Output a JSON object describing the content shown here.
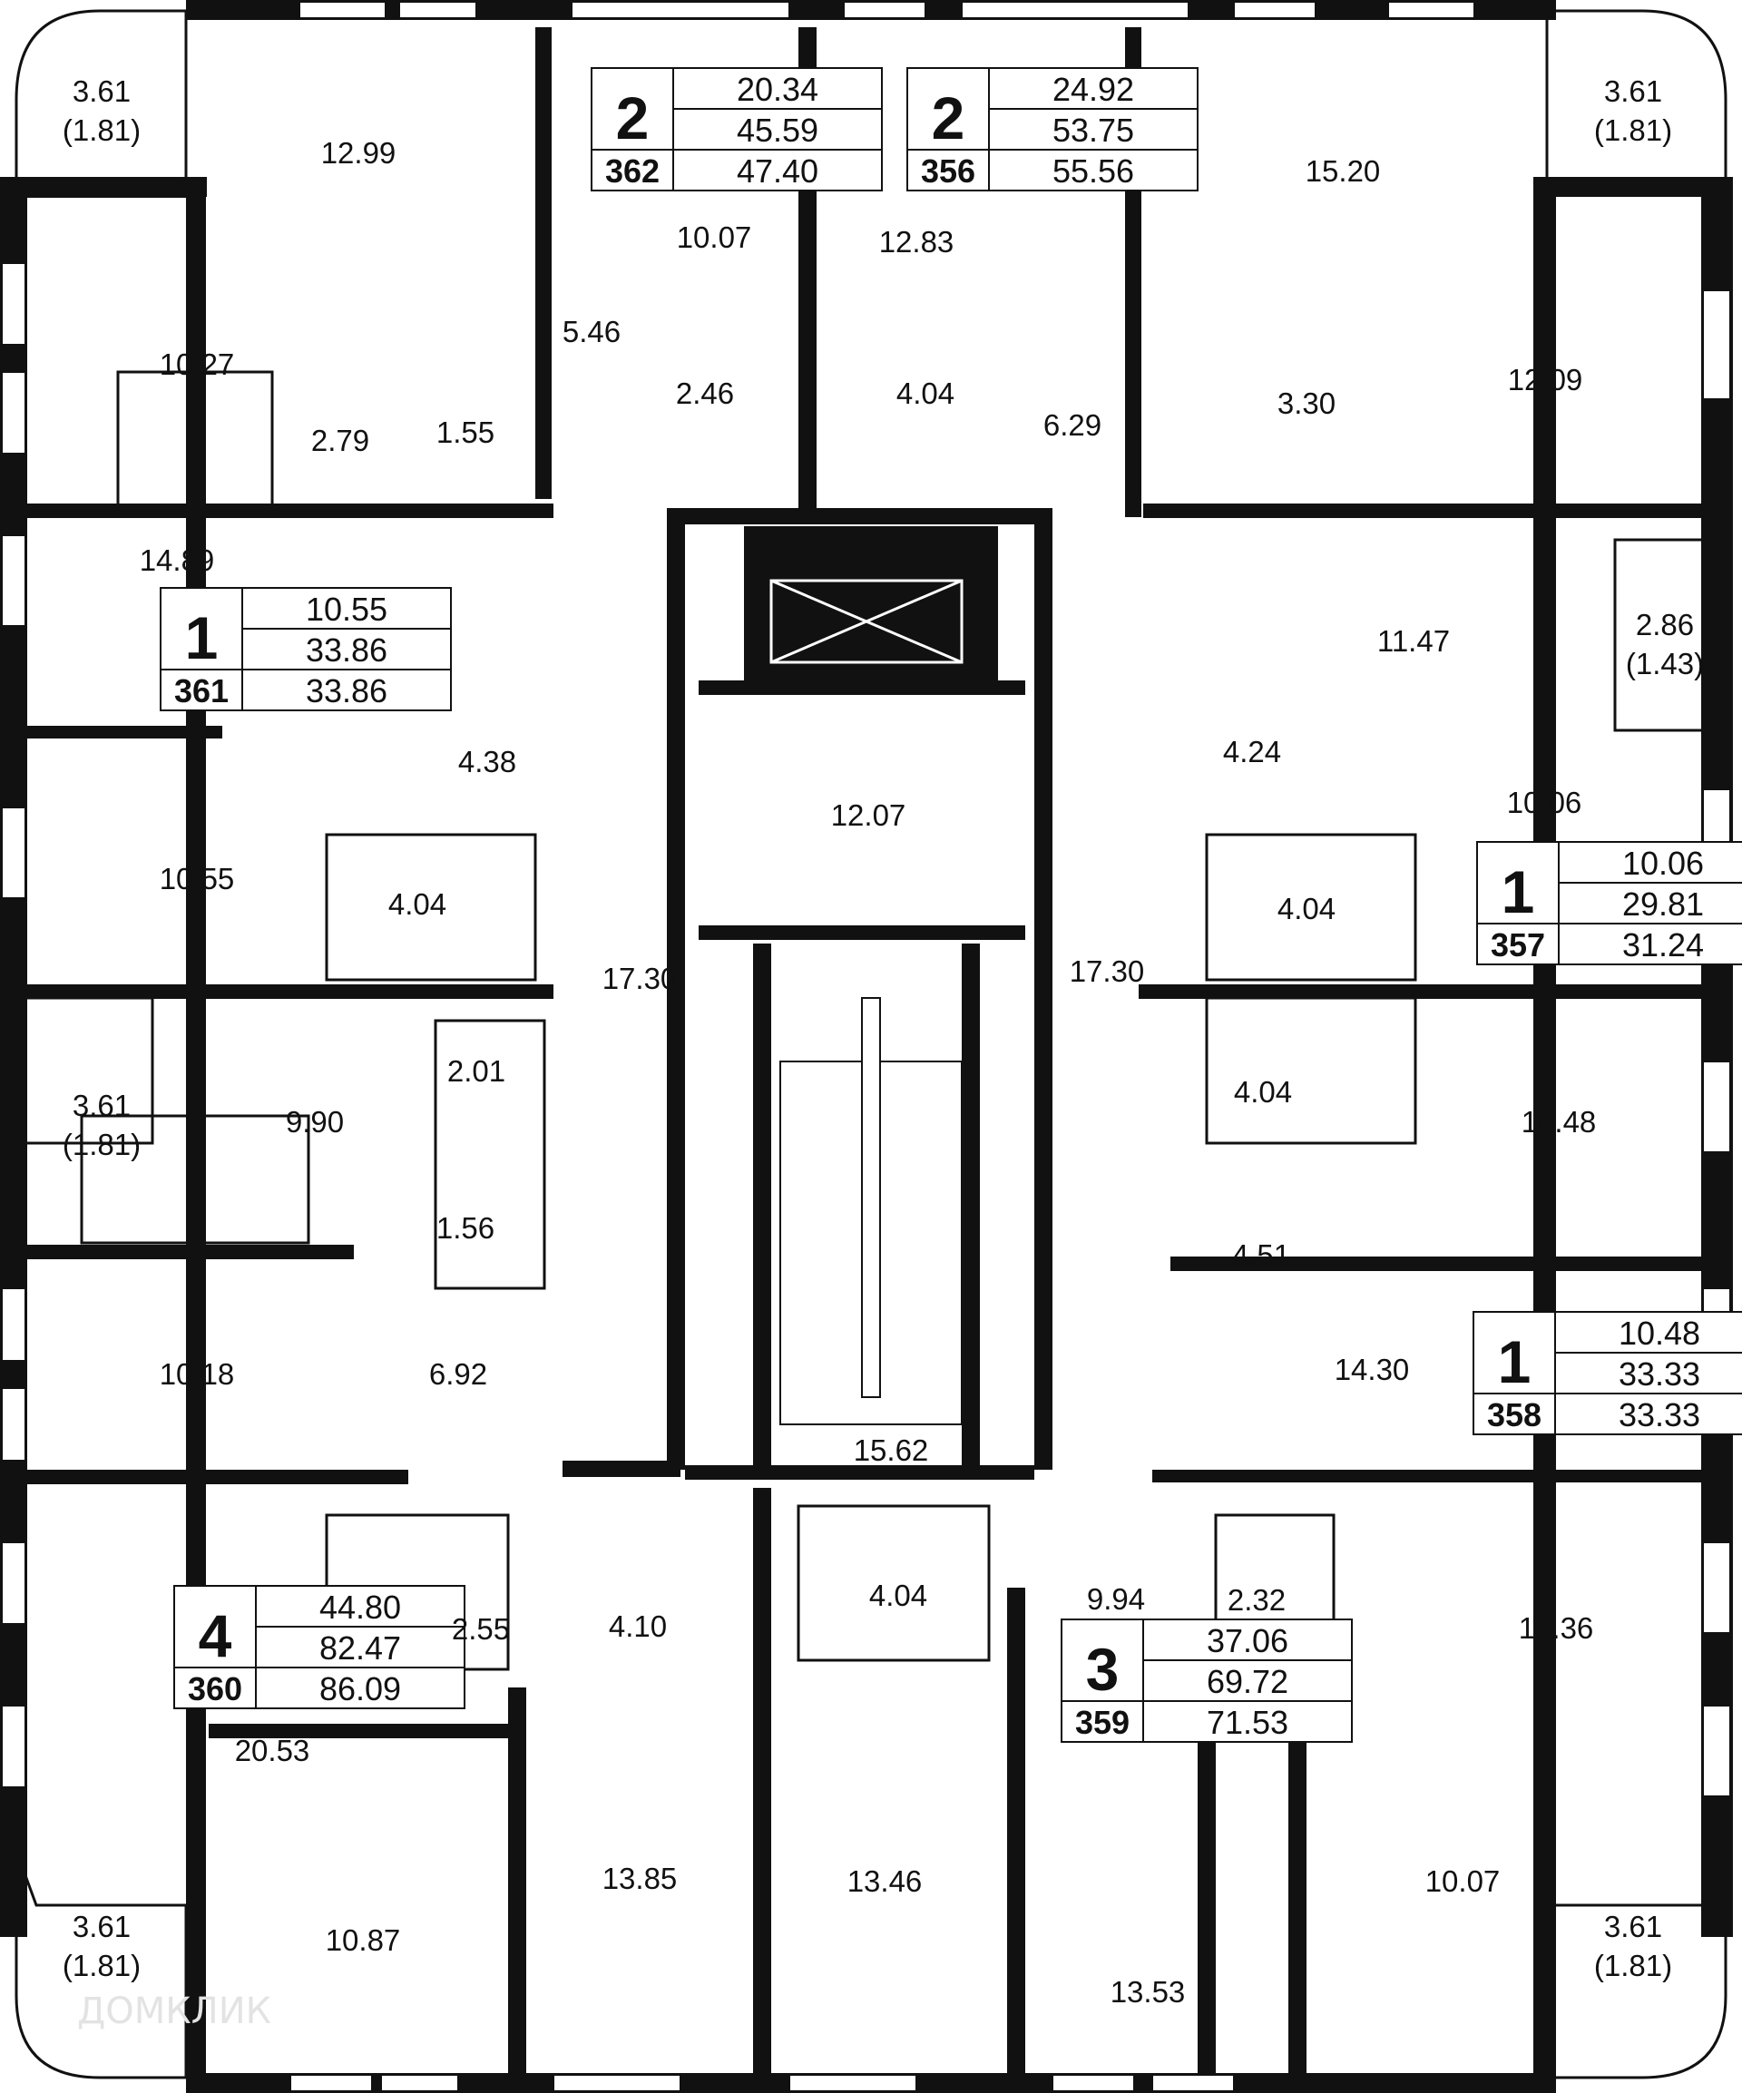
{
  "watermark": "ДОМКЛИК",
  "apartments": [
    {
      "number": "362",
      "rooms": "2",
      "living_area": "20.34",
      "total_area": "45.59",
      "total_with_balcony": "47.40"
    },
    {
      "number": "356",
      "rooms": "2",
      "living_area": "24.92",
      "total_area": "53.75",
      "total_with_balcony": "55.56"
    },
    {
      "number": "361",
      "rooms": "1",
      "living_area": "10.55",
      "total_area": "33.86",
      "total_with_balcony": "33.86"
    },
    {
      "number": "357",
      "rooms": "1",
      "living_area": "10.06",
      "total_area": "29.81",
      "total_with_balcony": "31.24"
    },
    {
      "number": "358",
      "rooms": "1",
      "living_area": "10.48",
      "total_area": "33.33",
      "total_with_balcony": "33.33"
    },
    {
      "number": "360",
      "rooms": "4",
      "living_area": "44.80",
      "total_area": "82.47",
      "total_with_balcony": "86.09"
    },
    {
      "number": "359",
      "rooms": "3",
      "living_area": "37.06",
      "total_area": "69.72",
      "total_with_balcony": "71.53"
    }
  ],
  "balconies": [
    {
      "area": "3.61",
      "reduced": "(1.81)"
    },
    {
      "area": "3.61",
      "reduced": "(1.81)"
    },
    {
      "area": "2.86",
      "reduced": "(1.43)"
    },
    {
      "area": "3.61",
      "reduced": "(1.81)"
    },
    {
      "area": "3.61",
      "reduced": "(1.81)"
    },
    {
      "area": "3.61",
      "reduced": "(1.81)"
    }
  ],
  "room_areas": [
    "12.99",
    "10.07",
    "12.83",
    "15.20",
    "10.27",
    "5.46",
    "2.46",
    "4.04",
    "6.29",
    "3.30",
    "12.09",
    "2.79",
    "1.55",
    "14.89",
    "11.47",
    "4.38",
    "4.24",
    "12.07",
    "10.06",
    "10.55",
    "4.04",
    "4.04",
    "17.30",
    "17.30",
    "2.01",
    "9.90",
    "4.04",
    "10.48",
    "1.56",
    "4.51",
    "10.18",
    "6.92",
    "14.30",
    "15.62",
    "4.10",
    "4.04",
    "9.94",
    "2.32",
    "16.36",
    "2.55",
    "20.53",
    "13.85",
    "13.46",
    "10.87",
    "10.07",
    "13.53"
  ]
}
